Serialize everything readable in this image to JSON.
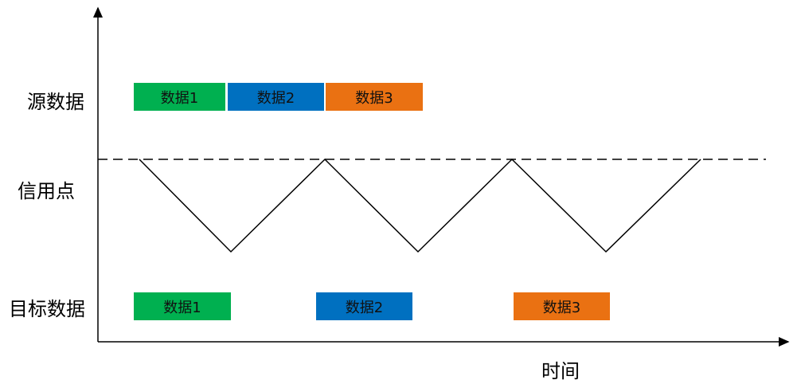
{
  "labels": {
    "source": "源数据",
    "credit": "信用点",
    "target": "目标数据",
    "time": "时间"
  },
  "source_blocks": [
    {
      "label": "数据1",
      "color": "#00B050"
    },
    {
      "label": "数据2",
      "color": "#0070C0"
    },
    {
      "label": "数据3",
      "color": "#EA7112"
    }
  ],
  "target_blocks": [
    {
      "label": "数据1",
      "color": "#00B050"
    },
    {
      "label": "数据2",
      "color": "#0070C0"
    },
    {
      "label": "数据3",
      "color": "#EA7112"
    }
  ]
}
